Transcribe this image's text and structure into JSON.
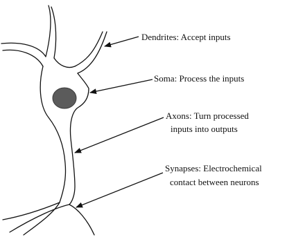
{
  "diagram": {
    "labels": {
      "dendrites": "Dendrites: Accept inputs",
      "soma": "Soma: Process the inputs",
      "axons_line1": "Axons: Turn processed",
      "axons_line2": "inputs into outputs",
      "synapses_line1": "Synapses: Electrochemical",
      "synapses_line2": "contact between neurons"
    },
    "colors": {
      "outline": "#111111",
      "nucleus": "#5b5b5b",
      "background": "#ffffff"
    }
  }
}
